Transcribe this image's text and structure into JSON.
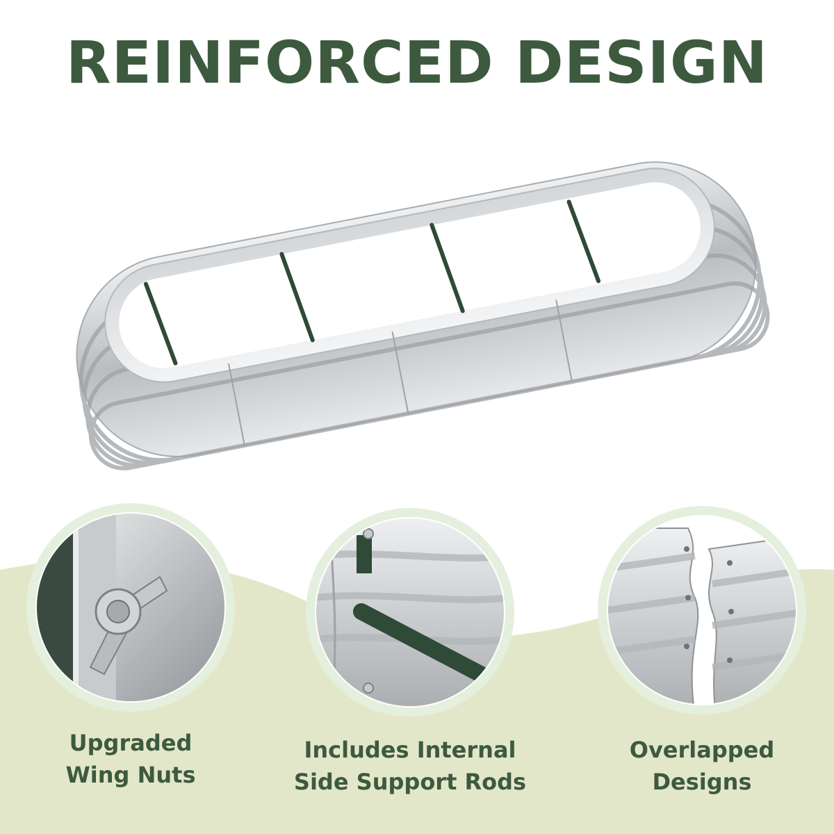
{
  "page": {
    "title": "REINFORCED DESIGN",
    "colors": {
      "title_green": "#3d5a3f",
      "wave_background": "#e3e7c9",
      "circle_ring": "#e4f0dd",
      "steel": "#c9cdd0",
      "rod_green": "#2f4a37"
    }
  },
  "product_image": {
    "subject": "oval galvanized metal raised garden bed with internal support rods",
    "icon": "garden-bed-illustration"
  },
  "features": [
    {
      "icon": "wing-nut-icon",
      "caption_line1": "Upgraded",
      "caption_line2": "Wing Nuts"
    },
    {
      "icon": "support-rod-icon",
      "caption_line1": "Includes Internal",
      "caption_line2": "Side Support Rods"
    },
    {
      "icon": "overlapped-panel-icon",
      "caption_line1": "Overlapped",
      "caption_line2": "Designs"
    }
  ]
}
